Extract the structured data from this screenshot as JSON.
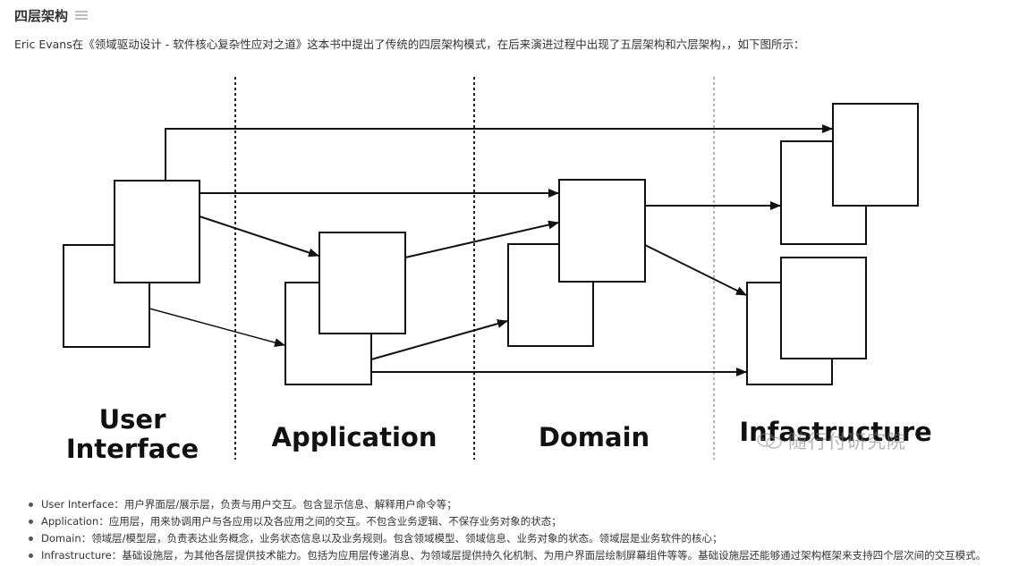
{
  "section": {
    "title": "四层架构",
    "icon": "list-icon"
  },
  "intro": "Eric Evans在《领域驱动设计 - 软件核心复杂性应对之道》这本书中提出了传统的四层架构模式，在后来演进过程中出现了五层架构和六层架构，，如下图所示：",
  "diagram": {
    "layers": [
      {
        "lines": [
          "User",
          "Interface"
        ]
      },
      {
        "lines": [
          "Application"
        ]
      },
      {
        "lines": [
          "Domain"
        ]
      },
      {
        "lines": [
          "Infastructure"
        ]
      }
    ],
    "watermark": "随行付研究院",
    "watermark_icon": "wechat-icon"
  },
  "bullets": [
    "User Interface：用户界面层/展示层，负责与用户交互。包含显示信息、解释用户命令等；",
    "Application：应用层，用来协调用户与各应用以及各应用之间的交互。不包含业务逻辑、不保存业务对象的状态；",
    "Domain：领域层/模型层，负责表达业务概念，业务状态信息以及业务规则。包含领域模型、领域信息、业务对象的状态。领域层是业务软件的核心；",
    "Infrastructure：基础设施层，为其他各层提供技术能力。包括为应用层传递消息、为领域层提供持久化机制、为用户界面层绘制屏幕组件等等。基础设施层还能够通过架构框架来支持四个层次间的交互模式。"
  ]
}
